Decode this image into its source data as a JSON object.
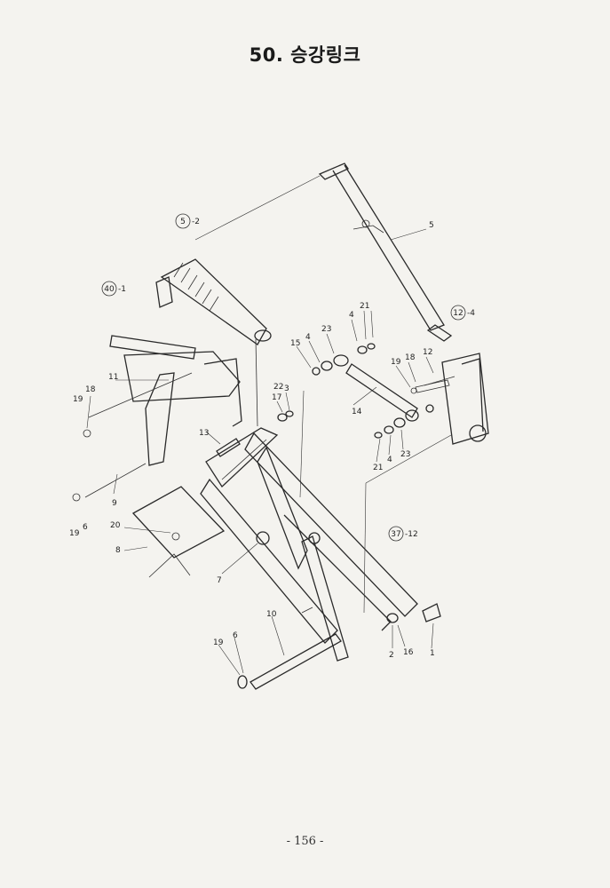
{
  "title": "50. 승강링크",
  "page_number": "- 156 -",
  "callouts": {
    "c1": "5",
    "c1_suffix": "-2",
    "c2": "40",
    "c2_suffix": "-1",
    "c3": "12",
    "c3_suffix": "-4",
    "c4": "37",
    "c4_suffix": "-12"
  },
  "part_labels": [
    "5",
    "4",
    "21",
    "23",
    "15",
    "4",
    "19",
    "18",
    "12",
    "22",
    "17",
    "3",
    "14",
    "13",
    "11",
    "18",
    "19",
    "9",
    "19",
    "6",
    "20",
    "8",
    "21",
    "4",
    "23",
    "7",
    "10",
    "19",
    "6",
    "2",
    "16",
    "1"
  ]
}
